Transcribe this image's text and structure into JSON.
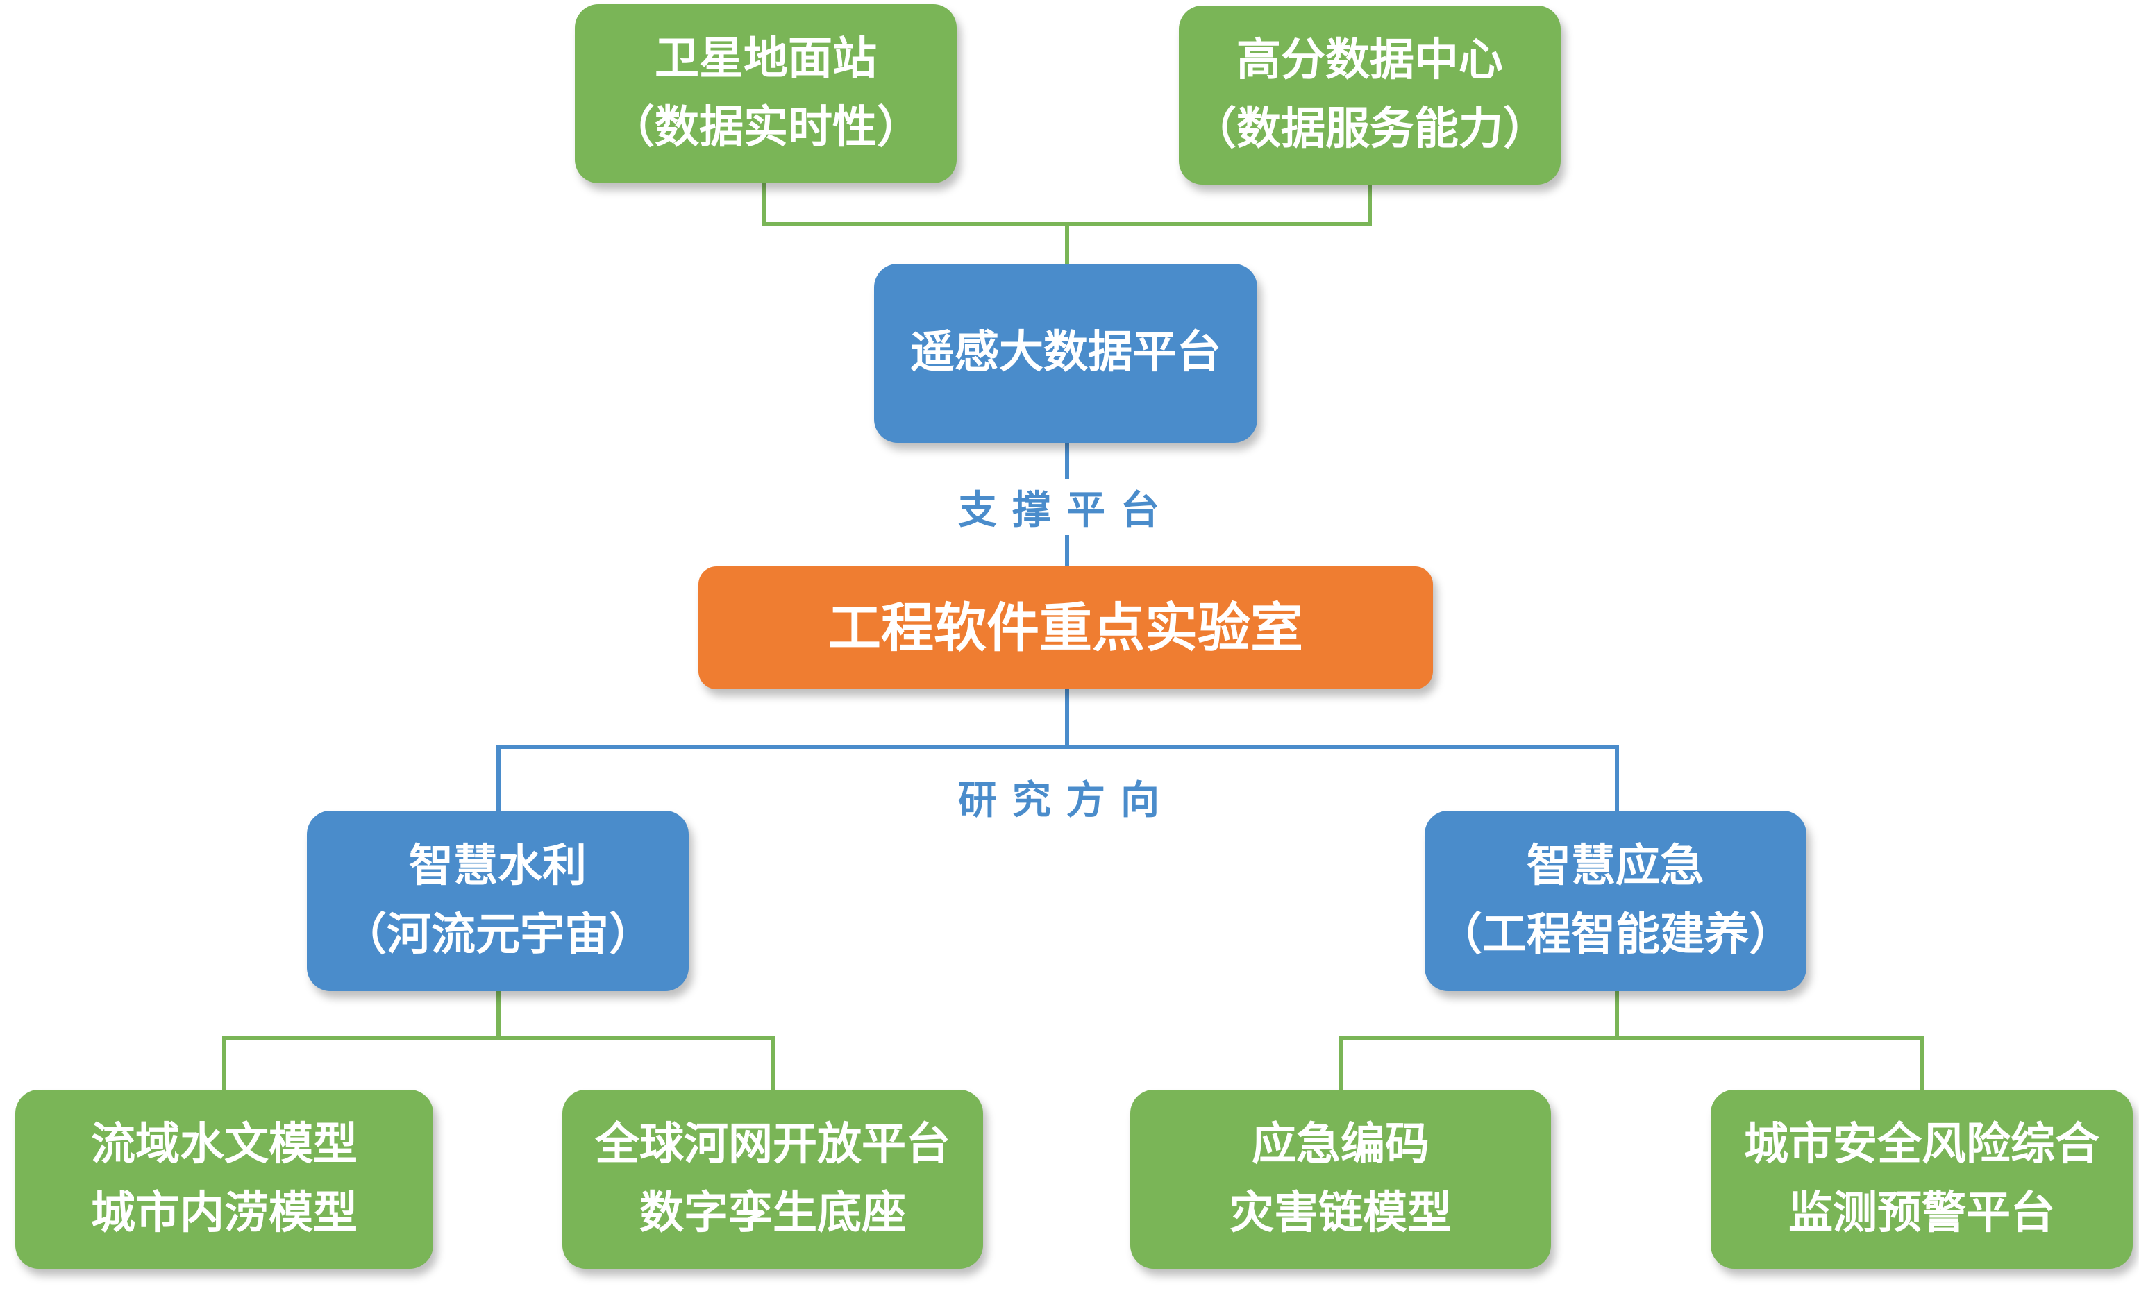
{
  "nodes": {
    "satellite_station": {
      "line1": "卫星地面站",
      "line2": "（数据实时性）"
    },
    "hires_data_center": {
      "line1": "高分数据中心",
      "line2": "（数据服务能力）"
    },
    "rs_bigdata_platform": {
      "line1": "遥感大数据平台"
    },
    "lab": {
      "line1": "工程软件重点实验室"
    },
    "smart_water": {
      "line1": "智慧水利",
      "line2": "（河流元宇宙）"
    },
    "smart_emergency": {
      "line1": "智慧应急",
      "line2": "（工程智能建养）"
    },
    "basin_model": {
      "line1": "流域水文模型",
      "line2": "城市内涝模型"
    },
    "river_network": {
      "line1": "全球河网开放平台",
      "line2": "数字孪生底座"
    },
    "emergency_coding": {
      "line1": "应急编码",
      "line2": "灾害链模型"
    },
    "urban_safety": {
      "line1": "城市安全风险综合",
      "line2": "监测预警平台"
    }
  },
  "labels": {
    "support_platform": "支撑平台",
    "research_direction": "研究方向"
  },
  "colors": {
    "green": "#7ab557",
    "blue": "#4a8ccb",
    "orange": "#ef7d31"
  }
}
